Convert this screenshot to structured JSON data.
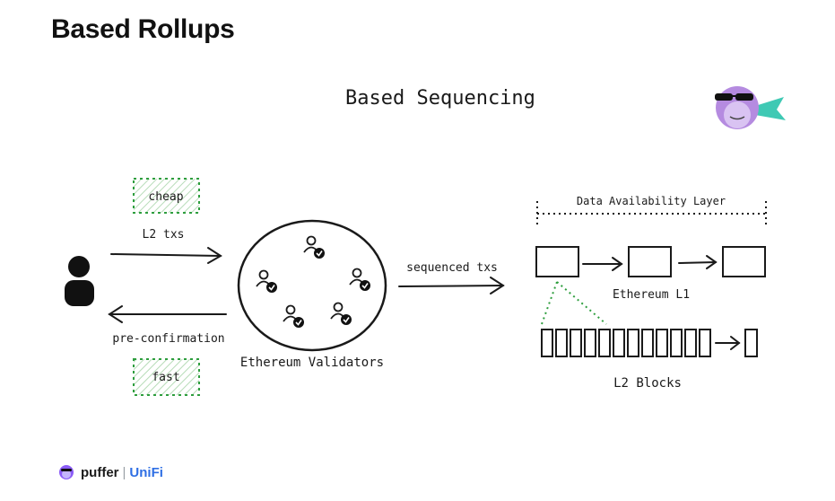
{
  "header": {
    "title": "Based Rollups"
  },
  "diagram": {
    "title": "Based Sequencing",
    "cheap_label": "cheap",
    "fast_label": "fast",
    "l2_txs_label": "L2 txs",
    "preconf_label": "pre-confirmation",
    "validators_label": "Ethereum Validators",
    "sequenced_label": "sequenced txs",
    "da_label": "Data Availability Layer",
    "l1_label": "Ethereum L1",
    "l2_blocks_label": "L2 Blocks"
  },
  "footer": {
    "brand": "puffer",
    "separator": "|",
    "partner": "UniFi"
  },
  "colors": {
    "green": "#2e9e3e",
    "ink": "#1a1a1a",
    "accent": "#2f6fe4"
  }
}
